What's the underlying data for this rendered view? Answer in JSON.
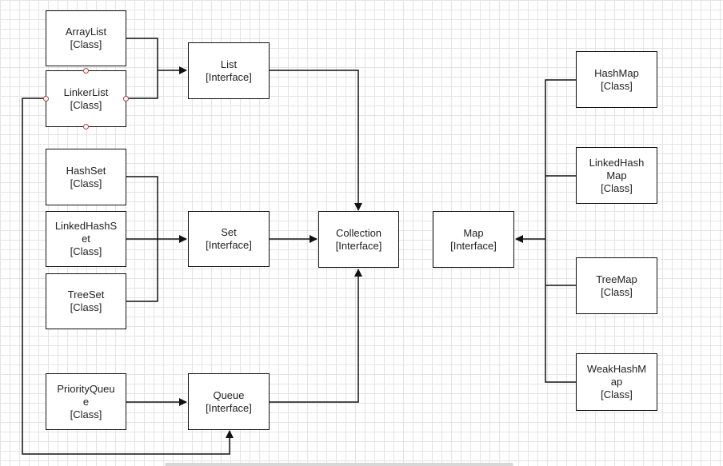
{
  "nodes": {
    "arraylist": {
      "name": "ArrayList",
      "type": "[Class]"
    },
    "linkerlist": {
      "name": "LinkerList",
      "type": "[Class]"
    },
    "list": {
      "name": "List",
      "type": "[Interface]"
    },
    "hashset": {
      "name": "HashSet",
      "type": "[Class]"
    },
    "linkedhashset": {
      "name": "LinkedHashS\net",
      "type": "[Class]"
    },
    "treeset": {
      "name": "TreeSet",
      "type": "[Class]"
    },
    "set": {
      "name": "Set",
      "type": "[Interface]"
    },
    "collection": {
      "name": "Collection",
      "type": "[Interface]"
    },
    "map": {
      "name": "Map",
      "type": "[Interface]"
    },
    "hashmap": {
      "name": "HashMap",
      "type": "[Class]"
    },
    "linkedhashmap": {
      "name": "LinkedHash\nMap",
      "type": "[Class]"
    },
    "treemap": {
      "name": "TreeMap",
      "type": "[Class]"
    },
    "weakhashmap": {
      "name": "WeakHashM\nap",
      "type": "[Class]"
    },
    "priorityqueue": {
      "name": "PriorityQueu\ne",
      "type": "[Class]"
    },
    "queue": {
      "name": "Queue",
      "type": "[Interface]"
    }
  },
  "colors": {
    "line": "#111111",
    "grid": "#e4e4e4",
    "selection_handle": "#b04040"
  }
}
